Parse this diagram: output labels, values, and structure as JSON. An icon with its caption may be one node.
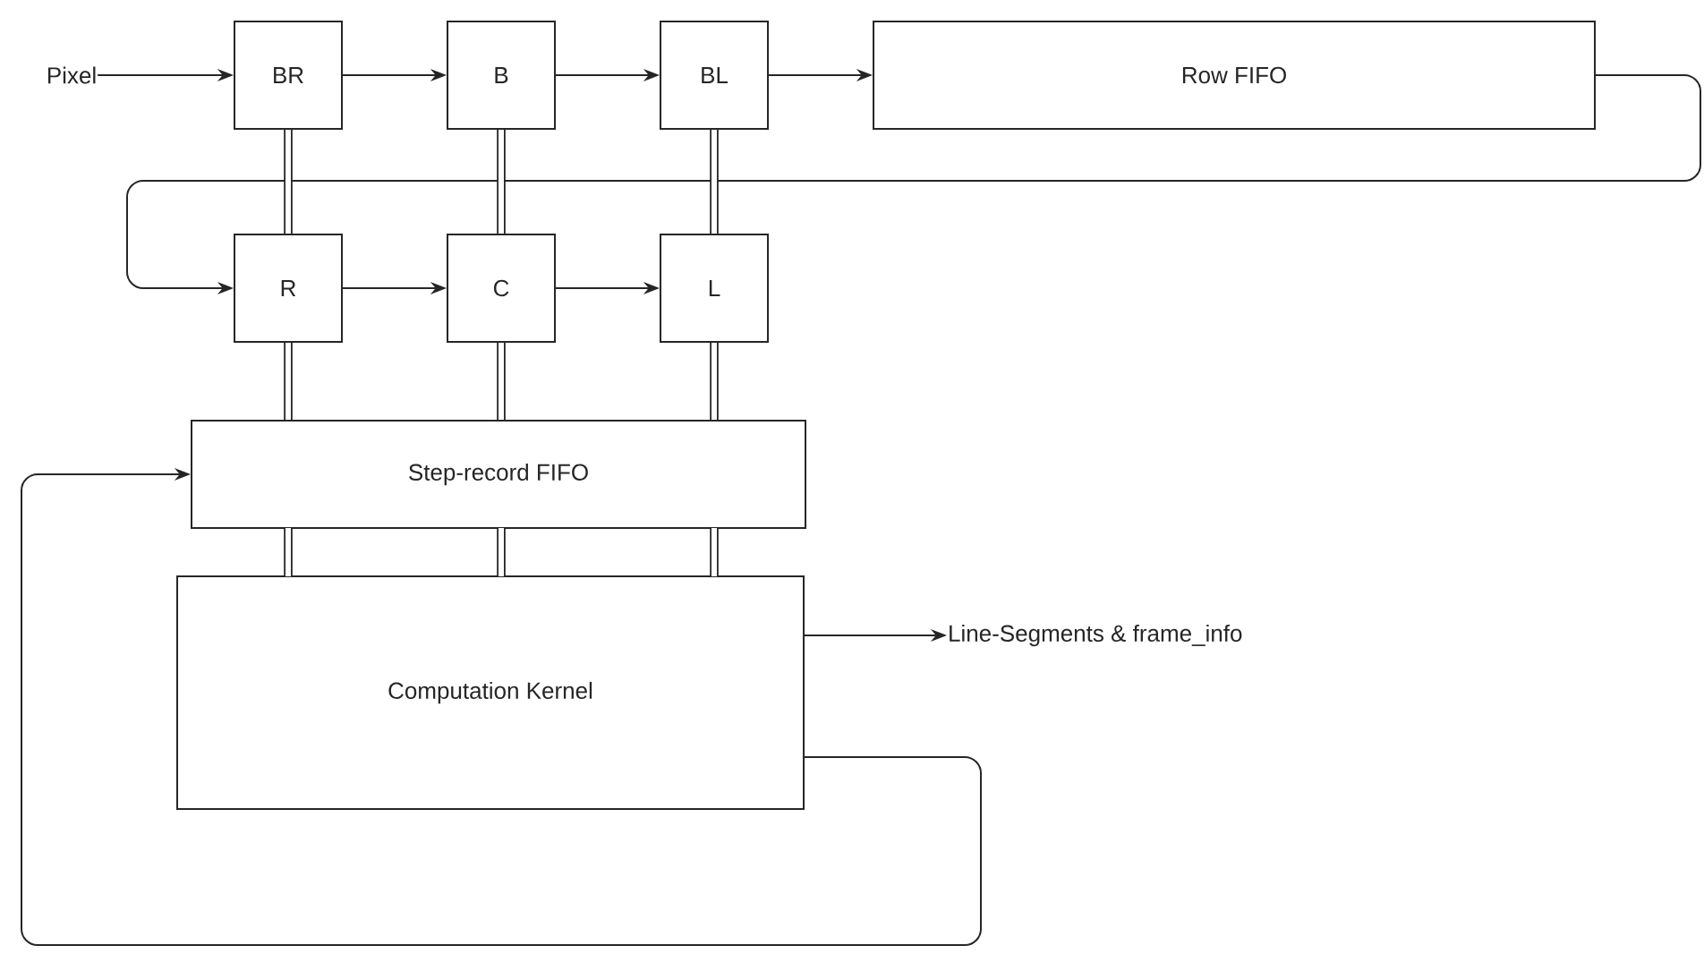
{
  "diagram": {
    "nodes": [
      {
        "text": [
          "Pixel"
        ]
      },
      {
        "text": [
          "BR"
        ]
      },
      {
        "text": [
          "B"
        ]
      },
      {
        "text": [
          "BL"
        ]
      },
      {
        "text": [
          "Row FIFO"
        ]
      },
      {
        "text": [
          "R"
        ]
      },
      {
        "text": [
          "C"
        ]
      },
      {
        "text": [
          "L"
        ]
      },
      {
        "text": [
          "Step-record FIFO"
        ]
      },
      {
        "text": [
          "Computation Kernel"
        ]
      },
      {
        "text": [
          "Line-Segments & frame_info"
        ]
      }
    ],
    "edges": [
      {
        "from": 0,
        "to": 1,
        "arrow": "to"
      },
      {
        "from": 1,
        "to": 2,
        "arrow": "to"
      },
      {
        "from": 2,
        "to": 3,
        "arrow": "to"
      },
      {
        "from": 3,
        "to": 4,
        "arrow": "to"
      },
      {
        "from": 4,
        "to": 5,
        "arrow": "to"
      },
      {
        "from": 5,
        "to": 6,
        "arrow": "to"
      },
      {
        "from": 6,
        "to": 7,
        "arrow": "to"
      },
      {
        "from": 1,
        "to": 5,
        "arrow": "none",
        "style": "thick"
      },
      {
        "from": 2,
        "to": 6,
        "arrow": "none",
        "style": "thick"
      },
      {
        "from": 3,
        "to": 7,
        "arrow": "none",
        "style": "thick"
      },
      {
        "from": 5,
        "to": 8,
        "arrow": "none",
        "style": "thick"
      },
      {
        "from": 6,
        "to": 8,
        "arrow": "none",
        "style": "thick"
      },
      {
        "from": 7,
        "to": 8,
        "arrow": "none",
        "style": "thick"
      },
      {
        "from": 8,
        "to": 9,
        "arrow": "none",
        "style": "thick"
      },
      {
        "from": 8,
        "to": 9,
        "arrow": "none",
        "style": "thick"
      },
      {
        "from": 8,
        "to": 9,
        "arrow": "none",
        "style": "thick"
      },
      {
        "from": 9,
        "to": 10,
        "arrow": "to"
      },
      {
        "from": 9,
        "to": 8,
        "arrow": "to"
      }
    ]
  }
}
